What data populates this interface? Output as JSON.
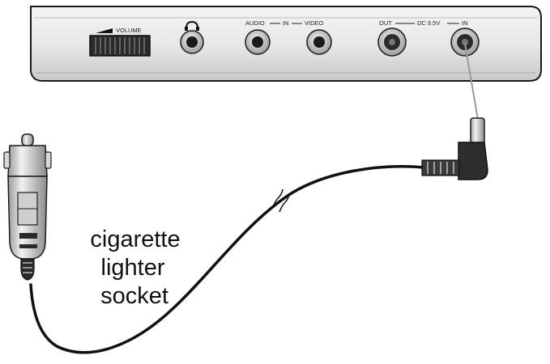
{
  "device_panel": {
    "volume_label": "VOLUME",
    "audio_label": "AUDIO",
    "in_label": "IN",
    "video_label": "VIDEO",
    "out_label": "OUT",
    "dc_label": "DC 9.5V",
    "dc_in_label": "IN"
  },
  "caption": {
    "line1": "cigarette",
    "line2": "lighter",
    "line3": "socket"
  },
  "colors": {
    "panel_fill": "#e9e9e9",
    "outline": "#1a1a1a",
    "jack_dark": "#2a2a2a",
    "cable": "#111111"
  }
}
